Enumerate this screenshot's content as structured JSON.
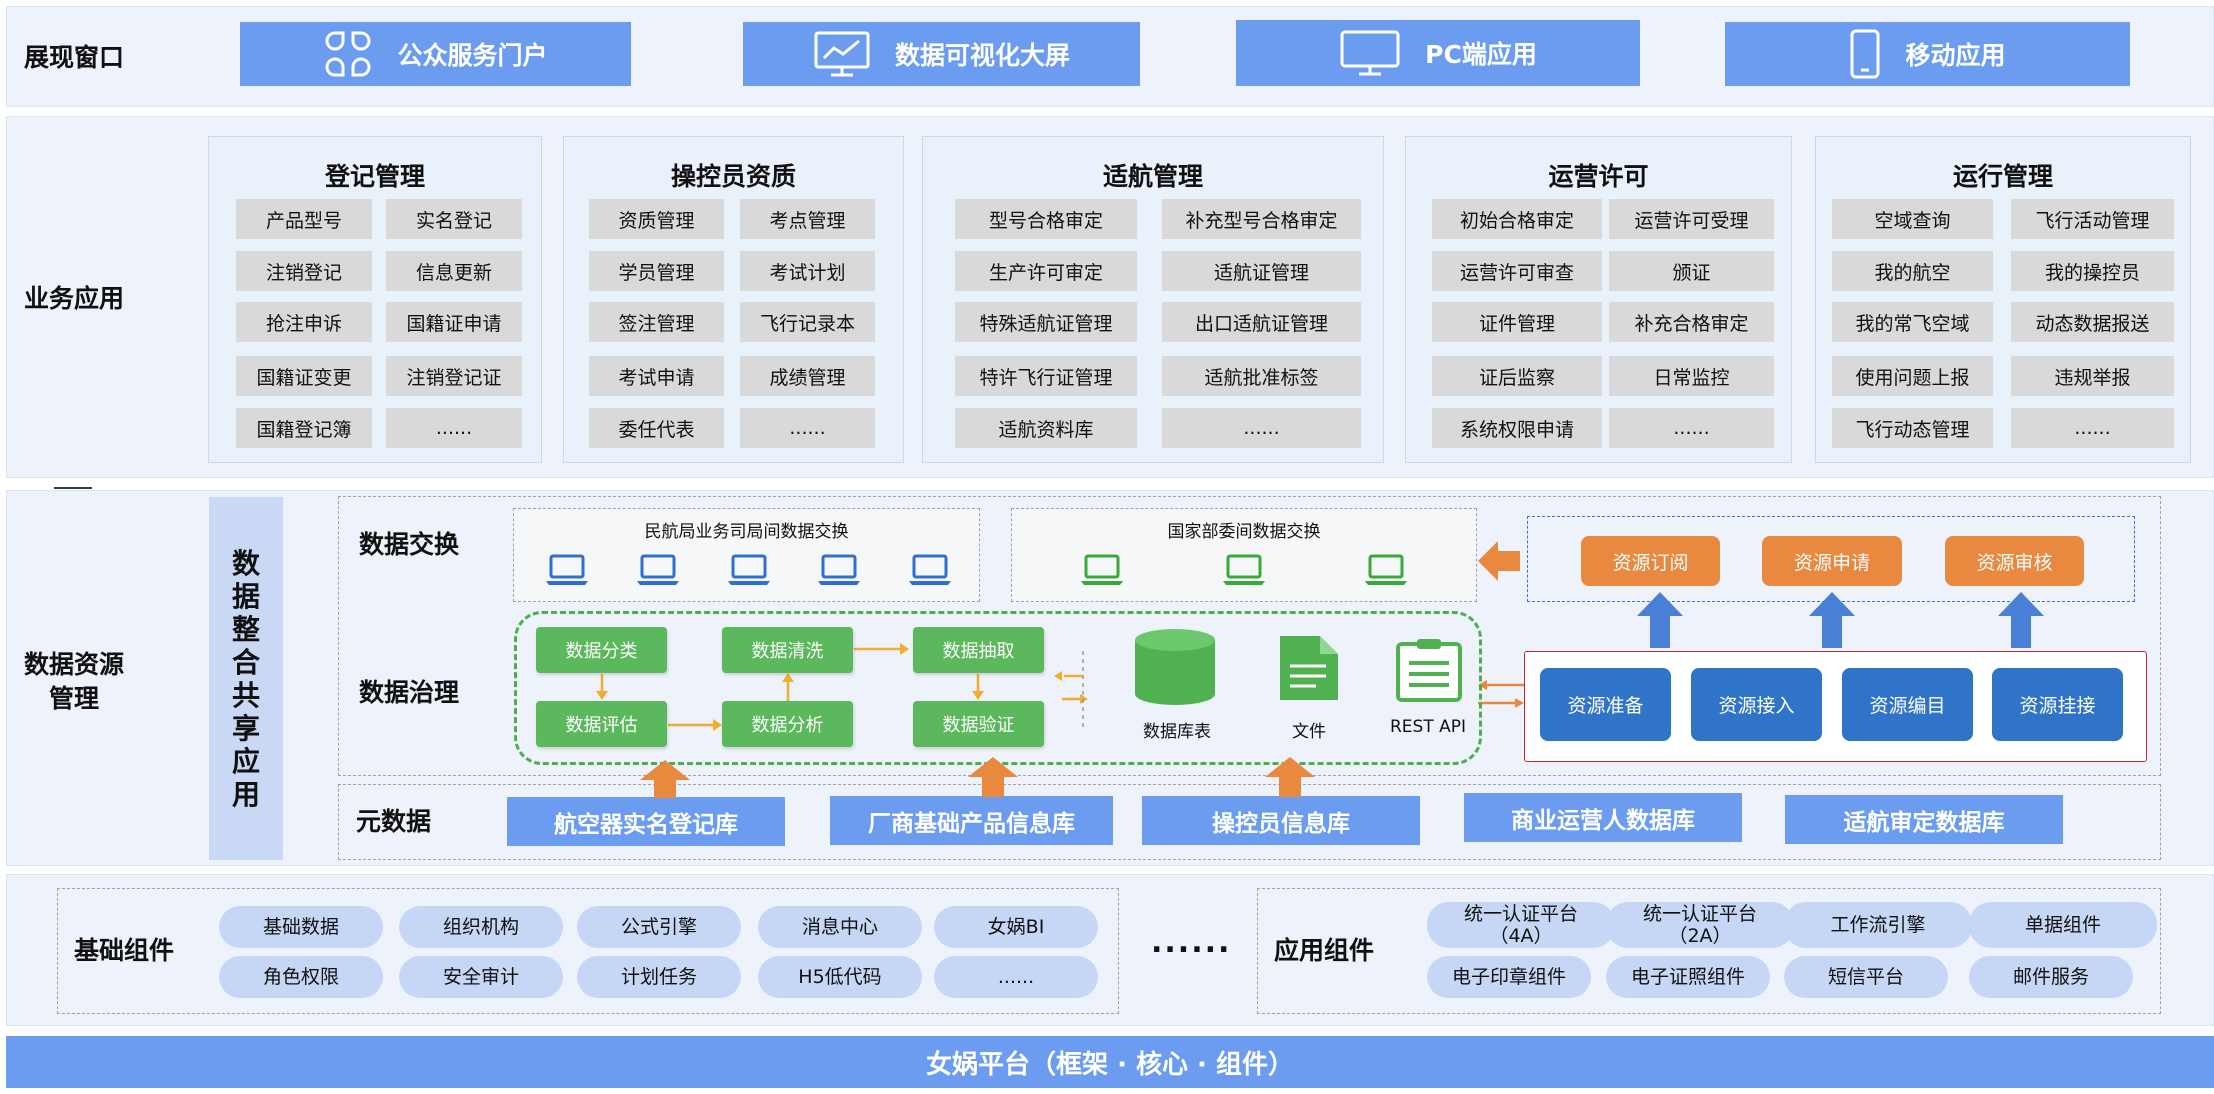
{
  "presentation": {
    "label": "展现窗口",
    "items": [
      {
        "label": "公众服务门户",
        "icon": "app-grid-icon"
      },
      {
        "label": "数据可视化大屏",
        "icon": "dashboard-screen-icon"
      },
      {
        "label": "PC端应用",
        "icon": "monitor-icon"
      },
      {
        "label": "移动应用",
        "icon": "smartphone-icon"
      }
    ]
  },
  "business": {
    "label": "业务应用",
    "modules": [
      {
        "title": "登记管理",
        "items": [
          "产品型号",
          "实名登记",
          "注销登记",
          "信息更新",
          "抢注申诉",
          "国籍证申请",
          "国籍证变更",
          "注销登记证",
          "国籍登记簿",
          "......"
        ]
      },
      {
        "title": "操控员资质",
        "items": [
          "资质管理",
          "考点管理",
          "学员管理",
          "考试计划",
          "签注管理",
          "飞行记录本",
          "考试申请",
          "成绩管理",
          "委任代表",
          "......"
        ]
      },
      {
        "title": "适航管理",
        "items": [
          "型号合格审定",
          "补充型号合格审定",
          "生产许可审定",
          "适航证管理",
          "特殊适航证管理",
          "出口适航证管理",
          "特许飞行证管理",
          "适航批准标签",
          "适航资料库",
          "......"
        ]
      },
      {
        "title": "运营许可",
        "items": [
          "初始合格审定",
          "运营许可受理",
          "运营许可审查",
          "颁证",
          "证件管理",
          "补充合格审定",
          "证后监察",
          "日常监控",
          "系统权限申请",
          "......"
        ]
      },
      {
        "title": "运行管理",
        "items": [
          "空域查询",
          "飞行活动管理",
          "我的航空",
          "我的操控员",
          "我的常飞空域",
          "动态数据报送",
          "使用问题上报",
          "违规举报",
          "飞行动态管理",
          "......"
        ]
      }
    ]
  },
  "data_resource": {
    "label": "数据资源\n管理",
    "vertical_label": [
      "数",
      "据",
      "整",
      "合",
      "共",
      "享",
      "应",
      "用"
    ],
    "exchange": {
      "label": "数据交换",
      "caac_title": "民航局业务司局间数据交换",
      "national_title": "国家部委间数据交换"
    },
    "governance": {
      "label": "数据治理",
      "steps": [
        "数据分类",
        "数据清洗",
        "数据抽取",
        "数据评估",
        "数据分析",
        "数据验证"
      ],
      "outputs": [
        "数据库表",
        "文件",
        "REST API"
      ]
    },
    "resource_actions": [
      "资源订阅",
      "资源申请",
      "资源审核"
    ],
    "resource_ops": [
      "资源准备",
      "资源接入",
      "资源编目",
      "资源挂接"
    ],
    "metadata": {
      "label": "元数据",
      "items": [
        "航空器实名登记库",
        "厂商基础产品信息库",
        "操控员信息库",
        "商业运营人数据库",
        "适航审定数据库"
      ]
    }
  },
  "components": {
    "base_label": "基础组件",
    "base_items": [
      "基础数据",
      "组织机构",
      "公式引擎",
      "消息中心",
      "女娲BI",
      "角色权限",
      "安全审计",
      "计划任务",
      "H5低代码",
      "......"
    ],
    "ellipsis": "......",
    "app_label": "应用组件",
    "app_items": [
      "统一认证平台（4A）",
      "统一认证平台（2A）",
      "工作流引擎",
      "单据组件",
      "电子印章组件",
      "电子证照组件",
      "短信平台",
      "邮件服务"
    ]
  },
  "footer": {
    "label": "女娲平台（框架 · 核心 · 组件）"
  },
  "colors": {
    "accent_blue": "#6b9cf0",
    "green": "#5cb85c",
    "orange": "#e8893f",
    "dark_blue": "#2f74c8",
    "band_bg": "#eef2fb"
  }
}
